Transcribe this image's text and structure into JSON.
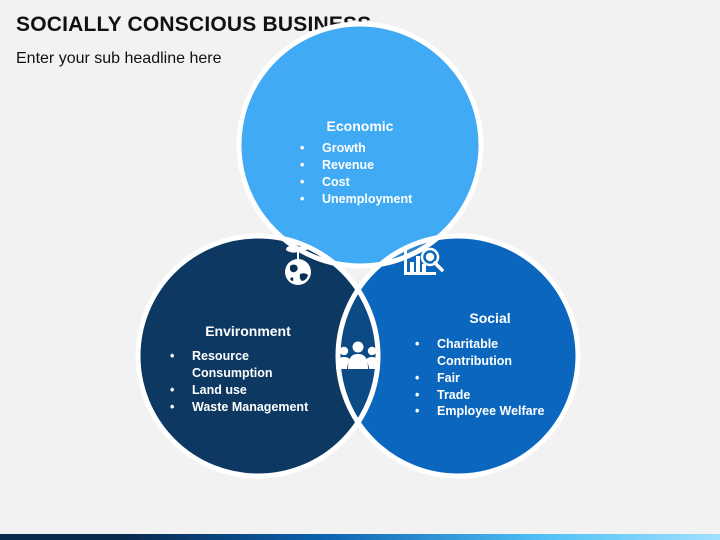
{
  "header": {
    "title": "SOCIALLY CONSCIOUS BUSINESS",
    "subtitle": "Enter your sub headline here"
  },
  "colors": {
    "economic": "#40aaf5",
    "social": "#0b67be",
    "environment": "#0c3861",
    "economic_environment_overlap": "#0b2f55",
    "economic_social_overlap": "#2f86cf",
    "social_environment_overlap": "#0c4a86",
    "center": "#0a2340",
    "separator": "#ffffff"
  },
  "circles": {
    "economic": {
      "heading": "Economic",
      "items": [
        "Growth",
        "Revenue",
        "Cost",
        "Unemployment"
      ]
    },
    "environment": {
      "heading": "Environment",
      "items": [
        [
          "Resource",
          "Consumption"
        ],
        [
          "Land use"
        ],
        [
          "Waste Management"
        ]
      ]
    },
    "social": {
      "heading": "Social",
      "items": [
        [
          "Charitable",
          "Contribution"
        ],
        [
          "Fair"
        ],
        [
          "Trade"
        ],
        [
          "Employee Welfare"
        ]
      ]
    }
  },
  "icons": {
    "economic_environment": "globe-plant-icon",
    "economic_social": "financial-analysis-icon",
    "social_environment": "team-icon"
  },
  "bullet_glyph": "•"
}
